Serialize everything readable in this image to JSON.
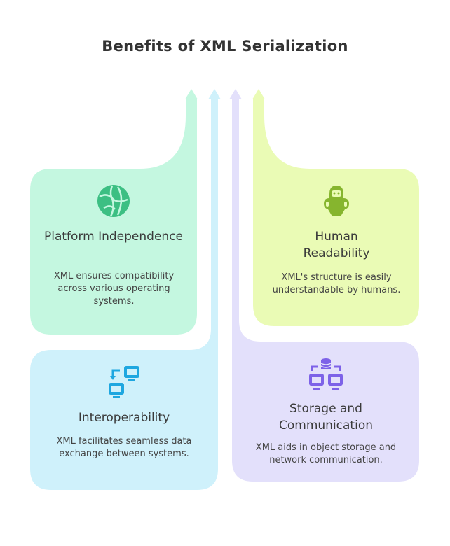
{
  "title": "Benefits of XML Serialization",
  "colors": {
    "green": "#c4f7e0",
    "blue": "#cff1fb",
    "purple": "#e3e0fb",
    "lime": "#eafbb5",
    "green_icon": "#3cbf83",
    "blue_icon": "#1ea7e0",
    "purple_icon": "#7d62e8",
    "lime_icon": "#86b52e"
  },
  "cards": [
    {
      "heading": "Platform Independence",
      "description": "XML ensures compatibility across various operating systems.",
      "icon": "globe-icon"
    },
    {
      "heading": "Human Readability",
      "description": "XML's structure is easily understandable by humans.",
      "icon": "reader-icon"
    },
    {
      "heading": "Interoperability",
      "description": "XML facilitates seamless data exchange between systems.",
      "icon": "computers-exchange-icon"
    },
    {
      "heading": "Storage and Communication",
      "description": "XML aids in object storage and network communication.",
      "icon": "database-network-icon"
    }
  ]
}
